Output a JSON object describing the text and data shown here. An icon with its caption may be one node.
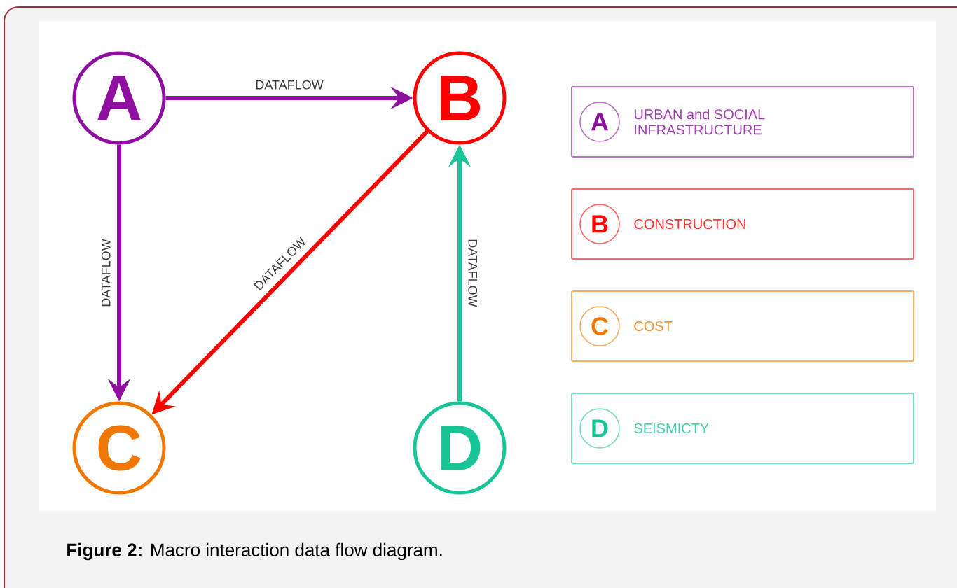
{
  "diagram": {
    "caption": "**Figure 2:** Macro interaction data flow diagram.",
    "nodes": [
      {
        "text": [
          "A"
        ]
      },
      {
        "text": [
          "B"
        ]
      },
      {
        "text": [
          "C"
        ]
      },
      {
        "text": [
          "D"
        ]
      },
      {
        "text": [
          "URBAN and SOCIAL INFRASTRUCTURE"
        ]
      },
      {
        "text": [
          "A"
        ],
        "in": 4
      },
      {
        "text": [
          "CONSTRUCTION"
        ]
      },
      {
        "text": [
          "B"
        ],
        "in": 6
      },
      {
        "text": [
          "COST"
        ]
      },
      {
        "text": [
          "C"
        ],
        "in": 8
      },
      {
        "text": [
          "SEISMICTY"
        ]
      },
      {
        "text": [
          "D"
        ],
        "in": 10
      }
    ],
    "edges": [
      {
        "from": 0,
        "to": 1,
        "arrow": "to",
        "label": "DATAFLOW",
        "color": "#8e0fa0"
      },
      {
        "from": 0,
        "to": 2,
        "arrow": "to",
        "label": "DATAFLOW",
        "color": "#8e0fa0"
      },
      {
        "from": 1,
        "to": 2,
        "arrow": "to",
        "label": "DATAFLOW",
        "color": "#ff0000"
      },
      {
        "from": 3,
        "to": 1,
        "arrow": "to",
        "label": "DATAFLOW",
        "color": "#19c596"
      }
    ]
  }
}
